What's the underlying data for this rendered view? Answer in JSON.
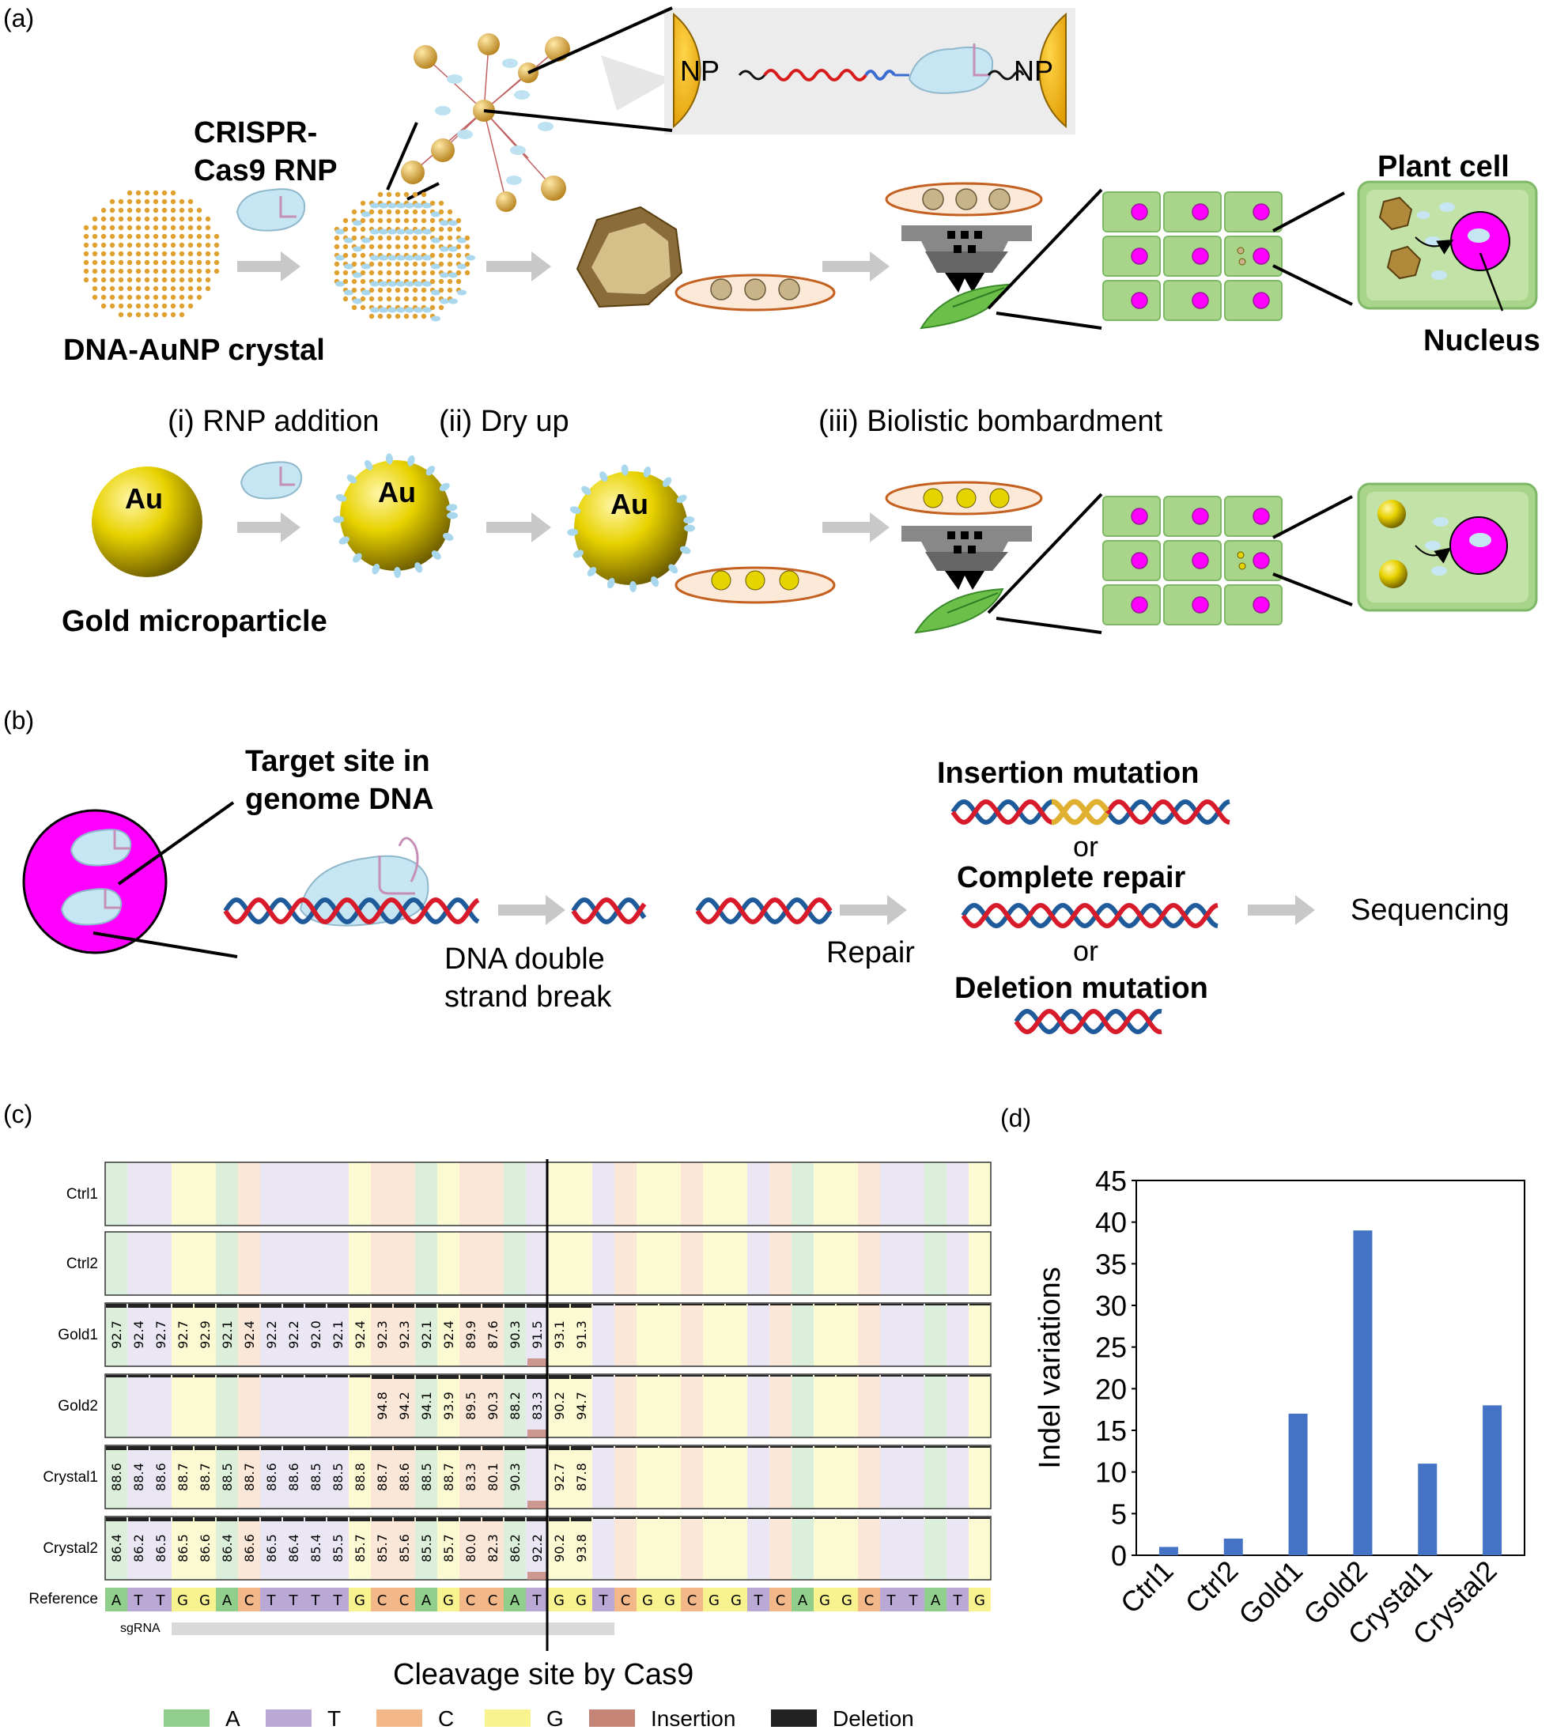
{
  "panel_a": {
    "letter": "(a)",
    "np_left": "NP",
    "np_right": "NP",
    "crispr_line1": "CRISPR-",
    "crispr_line2": "Cas9 RNP",
    "dna_crystal": "DNA-AuNP crystal",
    "plant_cell": "Plant cell",
    "nucleus": "Nucleus",
    "step1": "(i) RNP addition",
    "step2": "(ii) Dry up",
    "step3": "(iii) Biolistic bombardment",
    "au": "Au",
    "gold_micro": "Gold microparticle"
  },
  "panel_b": {
    "letter": "(b)",
    "target_line1": "Target site in",
    "target_line2": "genome DNA",
    "dsb_line1": "DNA double",
    "dsb_line2": "strand break",
    "repair": "Repair",
    "insertion": "Insertion mutation",
    "or1": "or",
    "complete": "Complete repair",
    "or2": "or",
    "deletion": "Deletion mutation",
    "sequencing": "Sequencing"
  },
  "panel_c": {
    "letter": "(c)",
    "row_labels": [
      "Ctrl1",
      "Ctrl2",
      "Gold1",
      "Gold2",
      "Crystal1",
      "Crystal2"
    ],
    "reference_label": "Reference",
    "reference": [
      "A",
      "T",
      "T",
      "G",
      "G",
      "A",
      "C",
      "T",
      "T",
      "T",
      "T",
      "G",
      "C",
      "C",
      "A",
      "G",
      "C",
      "C",
      "A",
      "T",
      "G",
      "G",
      "T",
      "C",
      "G",
      "G",
      "C",
      "G",
      "G",
      "T",
      "C",
      "A",
      "G",
      "G",
      "C",
      "T",
      "T",
      "A",
      "T",
      "G"
    ],
    "values": {
      "Gold1": [
        "92.7",
        "92.4",
        "92.7",
        "92.7",
        "92.9",
        "92.1",
        "92.4",
        "92.2",
        "92.2",
        "92.0",
        "92.1",
        "92.4",
        "92.3",
        "92.3",
        "92.1",
        "92.4",
        "89.9",
        "87.6",
        "90.3",
        "91.5",
        "93.1",
        "91.3"
      ],
      "Gold2": [
        "",
        "",
        "",
        "",
        "",
        "",
        "",
        "",
        "",
        "",
        "",
        "",
        "94.8",
        "94.2",
        "94.1",
        "93.9",
        "89.5",
        "90.3",
        "88.2",
        "83.3",
        "90.2",
        "94.7"
      ],
      "Crystal1": [
        "88.6",
        "88.4",
        "88.6",
        "88.7",
        "88.7",
        "88.5",
        "88.7",
        "88.6",
        "88.6",
        "88.5",
        "88.5",
        "88.8",
        "88.7",
        "88.6",
        "88.5",
        "88.7",
        "83.3",
        "80.1",
        "90.3",
        "",
        "92.7",
        "87.8"
      ],
      "Crystal2": [
        "86.4",
        "86.2",
        "86.5",
        "86.5",
        "86.6",
        "86.4",
        "86.6",
        "86.5",
        "86.4",
        "85.4",
        "85.5",
        "85.7",
        "85.7",
        "85.6",
        "85.5",
        "85.7",
        "80.0",
        "82.3",
        "86.2",
        "92.2",
        "90.2",
        "93.8"
      ]
    },
    "sgrna_label": "sgRNA",
    "cleavage": "Cleavage site by Cas9",
    "legend": [
      {
        "label": "A",
        "color": "#8fcf8b"
      },
      {
        "label": "T",
        "color": "#b9a9d4"
      },
      {
        "label": "C",
        "color": "#f3b889"
      },
      {
        "label": "G",
        "color": "#f8f38f"
      },
      {
        "label": "Insertion",
        "color": "#c48577"
      },
      {
        "label": "Deletion",
        "color": "#222222"
      }
    ],
    "base_colors": {
      "A": "#8fcf8b",
      "T": "#b9a9d4",
      "C": "#f3b889",
      "G": "#f8f38f"
    },
    "tint_colors": {
      "A": "#dcefdb",
      "T": "#ebe6f3",
      "C": "#fbe7d8",
      "G": "#fbfad3"
    }
  },
  "panel_d": {
    "letter": "(d)"
  },
  "chart_data": {
    "type": "bar",
    "categories": [
      "Ctrl1",
      "Ctrl2",
      "Gold1",
      "Gold2",
      "Crystal1",
      "Crystal2"
    ],
    "values": [
      1,
      2,
      17,
      39,
      11,
      18
    ],
    "title": "",
    "xlabel": "",
    "ylabel": "Indel variations",
    "ylim": [
      0,
      45
    ],
    "yticks": [
      0,
      5,
      10,
      15,
      20,
      25,
      30,
      35,
      40,
      45
    ],
    "bar_color": "#4472c4"
  }
}
